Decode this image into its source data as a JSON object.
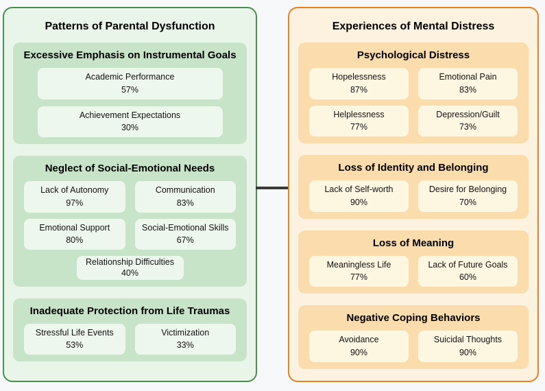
{
  "colors": {
    "page_bg": "#f7f8fa",
    "text": "#111111",
    "connector": "#3a3a3a",
    "left": {
      "border": "#4a8e50",
      "panel_bg": "#e9f5e9",
      "section_bg": "#c8e4c8",
      "box_bg": "#edf7ed"
    },
    "right": {
      "border": "#e8811e",
      "panel_bg": "#fdf1df",
      "section_bg": "#fbdcac",
      "box_bg": "#fdf6e1"
    }
  },
  "left_panel": {
    "title": "Patterns of Parental Dysfunction",
    "sections": [
      {
        "heading": "Excessive Emphasis on Instrumental Goals",
        "items": [
          {
            "label": "Academic Performance",
            "value": "57%"
          },
          {
            "label": "Achievement Expectations",
            "value": "30%"
          }
        ]
      },
      {
        "heading": "Neglect of Social-Emotional Needs",
        "items": [
          {
            "label": "Lack of Autonomy",
            "value": "97%"
          },
          {
            "label": "Communication",
            "value": "83%"
          },
          {
            "label": "Emotional Support",
            "value": "80%"
          },
          {
            "label": "Social-Emotional Skills",
            "value": "67%"
          },
          {
            "label": "Relationship Difficulties",
            "value": "40%"
          }
        ]
      },
      {
        "heading": "Inadequate Protection from Life Traumas",
        "items": [
          {
            "label": "Stressful Life Events",
            "value": "53%"
          },
          {
            "label": "Victimization",
            "value": "33%"
          }
        ]
      }
    ]
  },
  "right_panel": {
    "title": "Experiences of Mental Distress",
    "sections": [
      {
        "heading": "Psychological Distress",
        "items": [
          {
            "label": "Hopelessness",
            "value": "87%"
          },
          {
            "label": "Emotional Pain",
            "value": "83%"
          },
          {
            "label": "Helplessness",
            "value": "77%"
          },
          {
            "label": "Depression/Guilt",
            "value": "73%"
          }
        ]
      },
      {
        "heading": "Loss of Identity and Belonging",
        "items": [
          {
            "label": "Lack of Self-worth",
            "value": "90%"
          },
          {
            "label": "Desire for Belonging",
            "value": "70%"
          }
        ]
      },
      {
        "heading": "Loss of Meaning",
        "items": [
          {
            "label": "Meaningless Life",
            "value": "77%"
          },
          {
            "label": "Lack of Future Goals",
            "value": "60%"
          }
        ]
      },
      {
        "heading": "Negative Coping Behaviors",
        "items": [
          {
            "label": "Avoidance",
            "value": "90%"
          },
          {
            "label": "Suicidal Thoughts",
            "value": "90%"
          }
        ]
      }
    ]
  }
}
